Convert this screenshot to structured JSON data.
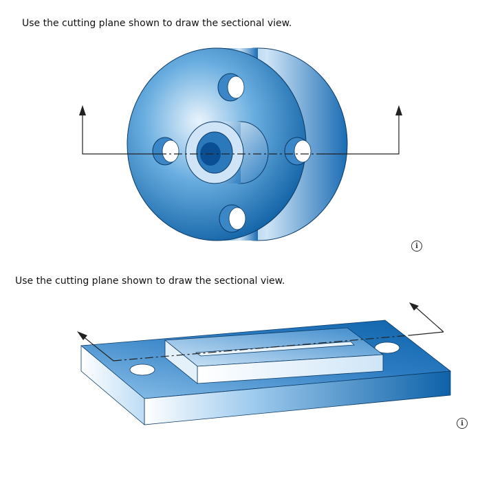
{
  "problems": [
    {
      "prompt": "Use the cutting plane shown to draw the sectional view.",
      "info_glyph": "i",
      "info_icon": "info-icon"
    },
    {
      "prompt": "Use the cutting plane shown to draw the sectional view.",
      "info_glyph": "i",
      "info_icon": "info-icon"
    }
  ],
  "colors": {
    "part_dark": "#0d62a8",
    "part_mid": "#3d8ccc",
    "part_light": "#eaf4fc",
    "outline": "#0b3a66",
    "cutting_line": "#222222"
  }
}
